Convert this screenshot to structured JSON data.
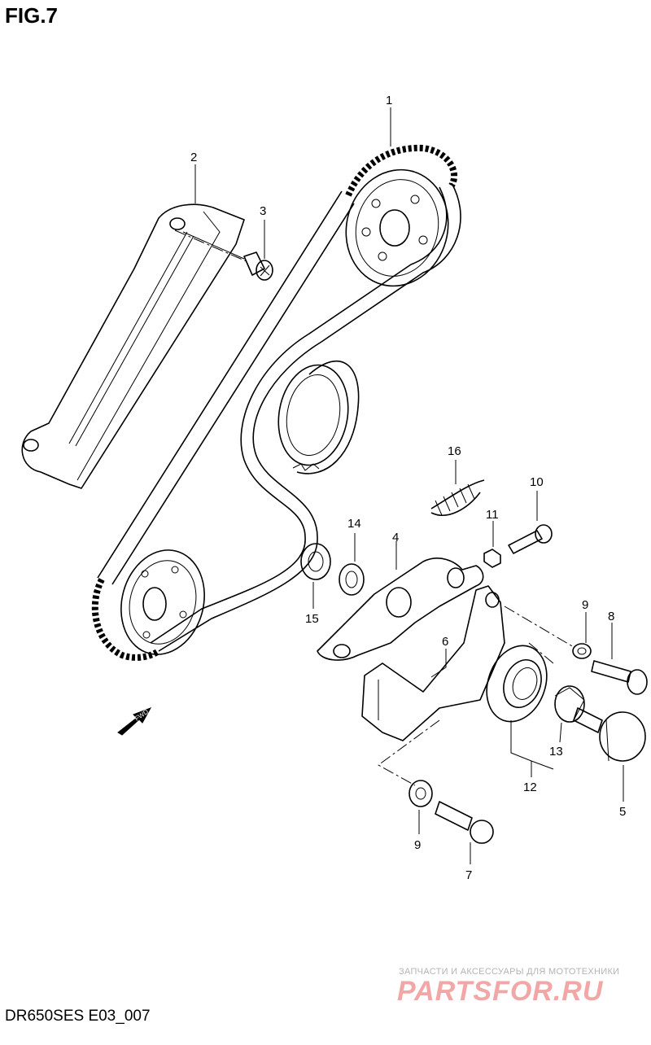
{
  "figure": {
    "title": "FIG.7",
    "model_code": "DR650SES E03_007",
    "fwd_label": "FWD"
  },
  "callouts": [
    "1",
    "2",
    "3",
    "4",
    "5",
    "6",
    "7",
    "8",
    "9",
    "9",
    "10",
    "11",
    "12",
    "13",
    "14",
    "15",
    "16"
  ],
  "watermark": {
    "tagline": "ЗАПЧАСТИ И АКСЕССУАРЫ ДЛЯ МОТОТЕХНИКИ",
    "logo": "PARTSFOR.RU",
    "color": "#f2a7a7"
  }
}
